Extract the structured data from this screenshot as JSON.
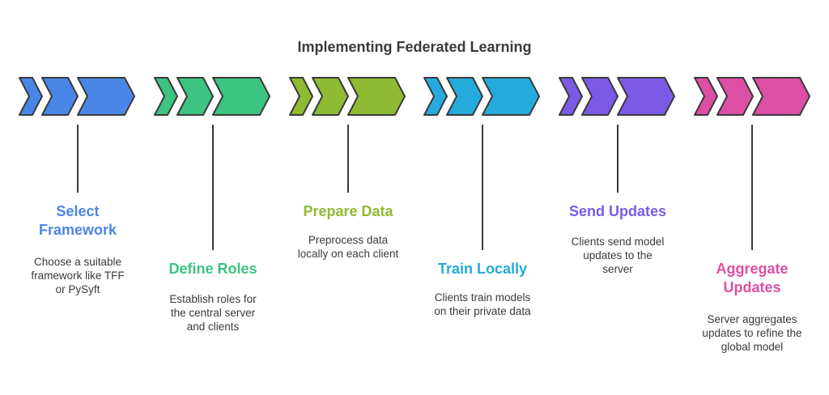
{
  "title": "Implementing Federated Learning",
  "steps": [
    {
      "title_lines": [
        "Select",
        "Framework"
      ],
      "desc_lines": [
        "Choose a suitable",
        "framework like TFF",
        "or PySyft"
      ],
      "color": "#4A86E8",
      "icon": "chevron-arrows"
    },
    {
      "title_lines": [
        "Define Roles"
      ],
      "desc_lines": [
        "Establish roles for",
        "the central server",
        "and clients"
      ],
      "color": "#3CC481",
      "icon": "chevron-arrows"
    },
    {
      "title_lines": [
        "Prepare Data"
      ],
      "desc_lines": [
        "Preprocess data",
        "locally on each client"
      ],
      "color": "#8FBA33",
      "icon": "chevron-arrows"
    },
    {
      "title_lines": [
        "Train Locally"
      ],
      "desc_lines": [
        "Clients train models",
        "on their private data"
      ],
      "color": "#24ABDC",
      "icon": "chevron-arrows"
    },
    {
      "title_lines": [
        "Send Updates"
      ],
      "desc_lines": [
        "Clients send model",
        "updates to the",
        "server"
      ],
      "color": "#7B5BE6",
      "icon": "chevron-arrows"
    },
    {
      "title_lines": [
        "Aggregate",
        "Updates"
      ],
      "desc_lines": [
        "Server aggregates",
        "updates to refine the",
        "global model"
      ],
      "color": "#DD4FA4",
      "icon": "chevron-arrows"
    }
  ]
}
